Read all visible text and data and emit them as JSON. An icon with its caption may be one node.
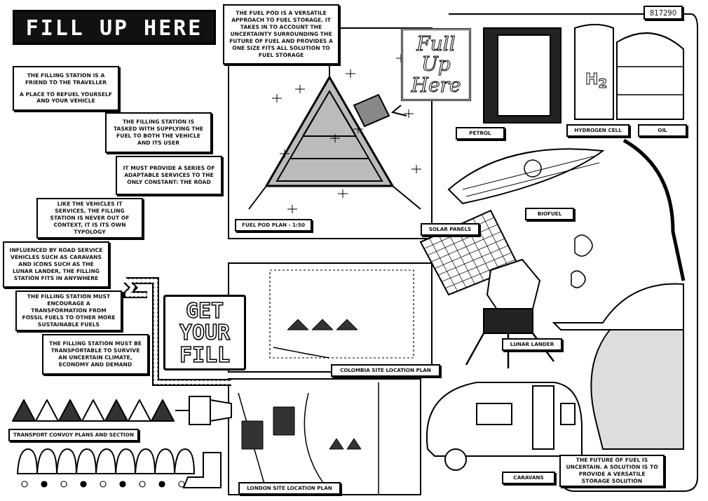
{
  "diagram": {
    "title": "FILL UP HERE",
    "nodes": [
      {
        "text": [
          "THE FILLING STATION IS A FRIEND TO THE TRAVELLER",
          "A PLACE TO REFUEL YOURSELF AND YOUR VEHICLE"
        ]
      },
      {
        "text": [
          "THE FILLING STATION IS TASKED WITH SUPPLYING THE FUEL TO BOTH THE VEHICLE AND ITS USER"
        ]
      },
      {
        "text": [
          "IT MUST PROVIDE A SERIES OF ADAPTABLE SERVICES TO THE ONLY CONSTANT: THE ROAD"
        ]
      },
      {
        "text": [
          "LIKE THE VEHICLES IT SERVICES, THE FILLING STATION IS NEVER OUT OF CONTEXT, IT IS ITS OWN TYPOLOGY"
        ]
      },
      {
        "text": [
          "INFLUENCED BY ROAD SERVICE VEHICLES SUCH AS CARAVANS AND ICONS SUCH AS THE LUNAR LANDER, THE FILLING STATION FITS IN ANYWHERE"
        ]
      },
      {
        "text": [
          "THE FILLING STATION MUST ENCOURAGE A TRANSFORMATION FROM FOSSIL FUELS TO OTHER MORE SUSTAINABLE FUELS"
        ]
      },
      {
        "text": [
          "THE FILLING STATION MUST BE TRANSPORTABLE TO SURVIVE AN UNCERTAIN CLIMATE, ECONOMY AND DEMAND"
        ]
      },
      {
        "text": [
          "THE FUEL POD IS A VERSATILE APPROACH TO FUEL STORAGE. IT TAKES IN TO ACCOUNT THE UNCERTAINTY SURROUNDING THE FUTURE OF FUEL AND PROVIDES A ONE SIZE FITS ALL SOLUTION TO FUEL STORAGE"
        ]
      },
      {
        "text": [
          "FUEL POD PLAN - 1:50"
        ]
      },
      {
        "text": [
          "SOLAR PANELS"
        ]
      },
      {
        "text": [
          "817290"
        ]
      },
      {
        "text": [
          "PETROL"
        ]
      },
      {
        "text": [
          "HYDROGEN CELL"
        ]
      },
      {
        "text": [
          "OIL"
        ]
      },
      {
        "text": [
          "BIOFUEL"
        ]
      },
      {
        "text": [
          "LUNAR LANDER"
        ]
      },
      {
        "text": [
          "COLOMBIA SITE LOCATION PLAN"
        ]
      },
      {
        "text": [
          "TRANSPORT CONVOY PLANS AND SECTION"
        ]
      },
      {
        "text": [
          "LONDON SITE LOCATION PLAN"
        ]
      },
      {
        "text": [
          "CARAVANS"
        ]
      },
      {
        "text": [
          "THE FUTURE OF FUEL IS UNCERTAIN. A SOLUTION IS TO PROVIDE A VERSATILE STORAGE SOLUTION"
        ]
      },
      {
        "text": [
          "GET YOUR FILL"
        ]
      },
      {
        "text": [
          "Full Up Here"
        ]
      }
    ],
    "labels": [
      "H$_{2}$"
    ]
  }
}
